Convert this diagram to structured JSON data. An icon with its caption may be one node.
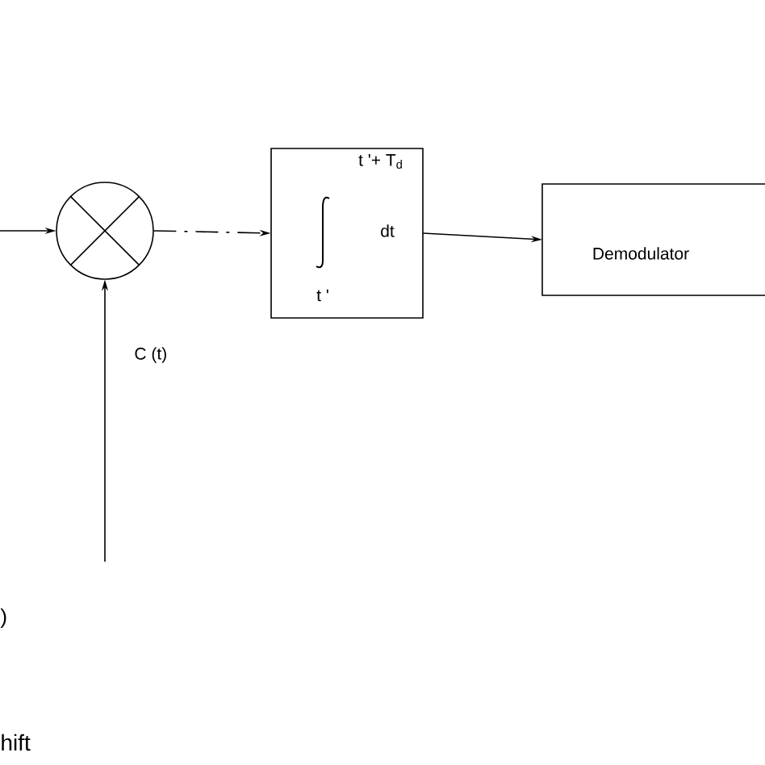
{
  "diagram": {
    "nodes": [
      {
        "text": [],
        "shape": "circle"
      },
      {
        "text": [
          "t '+ T$_{d}$",
          "dt",
          "t '"
        ]
      },
      {
        "text": [
          "Demodulator"
        ]
      }
    ],
    "edges": [
      {
        "from": null,
        "to": 0,
        "arrow": "to"
      },
      {
        "from": 0,
        "to": 1,
        "arrow": "to",
        "style": "dashed"
      },
      {
        "from": 1,
        "to": 2,
        "arrow": "to"
      },
      {
        "from": null,
        "to": 0,
        "arrow": "to",
        "label": "C (t)"
      }
    ],
    "labels": [
      ")",
      "hift"
    ]
  }
}
